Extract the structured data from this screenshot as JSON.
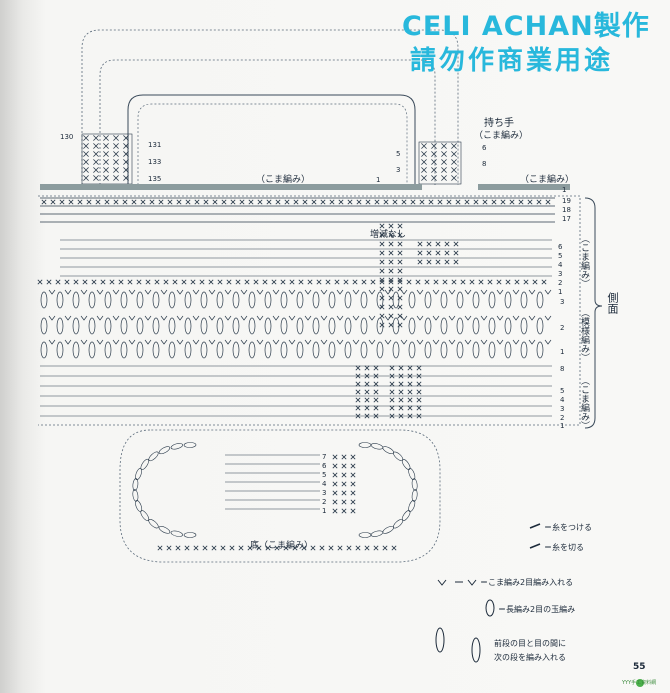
{
  "watermark": {
    "line1": "CELI ACHAN製作",
    "line2": "請勿作商業用途"
  },
  "labels": {
    "handle": "持ち手",
    "handle_stitch": "（こま編み）",
    "top_left_stitch": "（こま編み）",
    "top_right_stitch": "（こま編み）",
    "no_inc": "増減なし",
    "side": "側面",
    "side_sc_top": "（こま編み）",
    "side_pattern": "（模様編み）",
    "side_sc_bottom": "（こま編み）",
    "bottom": "底（こま編み）"
  },
  "row_numbers": {
    "handle_left": [
      "131",
      "133",
      "135"
    ],
    "handle_left_start": "130",
    "handle_right": [
      "6",
      "8"
    ],
    "handle_mid": [
      "5",
      "3",
      "1"
    ],
    "side_top": [
      "1",
      "19",
      "18",
      "17",
      "6",
      "5",
      "4",
      "3",
      "2",
      "1"
    ],
    "side_pattern": [
      "3",
      "2",
      "1"
    ],
    "side_bottom": [
      "8",
      "5",
      "4",
      "3",
      "2",
      "1"
    ],
    "bottom": [
      "7",
      "6",
      "5",
      "4",
      "3",
      "2",
      "1"
    ]
  },
  "legend": {
    "attach": "＝糸をつける",
    "cut": "＝糸を切る",
    "sc2inc": "＝こま編み2目編み入れる",
    "dc2tog": "＝長編み2目の玉編み",
    "between": "前段の目と目の間に",
    "between2": "次の段を編み入れる"
  },
  "page_number": "55",
  "corner_logo": "YYY手工資料網"
}
